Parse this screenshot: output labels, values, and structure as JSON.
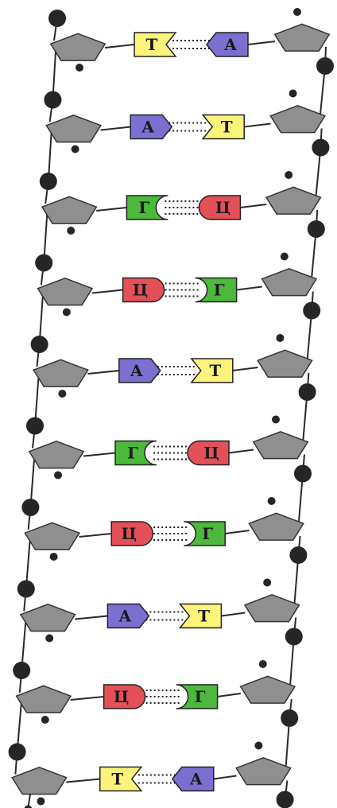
{
  "colors": {
    "A": "#7b6fd0",
    "T": "#fcf47a",
    "G": "#4cb83c",
    "C": "#e35058",
    "sugar": "#8f8f8f",
    "phosphate": "#262626",
    "backbone": "#2a2a2a"
  },
  "pairs": [
    {
      "left": "Т",
      "right": "А",
      "left_type": "T",
      "right_type": "A",
      "bonds": 2
    },
    {
      "left": "А",
      "right": "Т",
      "left_type": "A",
      "right_type": "T",
      "bonds": 2
    },
    {
      "left": "Г",
      "right": "Ц",
      "left_type": "G",
      "right_type": "C",
      "bonds": 3
    },
    {
      "left": "Ц",
      "right": "Г",
      "left_type": "C",
      "right_type": "G",
      "bonds": 3
    },
    {
      "left": "А",
      "right": "Т",
      "left_type": "A",
      "right_type": "T",
      "bonds": 2
    },
    {
      "left": "Г",
      "right": "Ц",
      "left_type": "G",
      "right_type": "C",
      "bonds": 3
    },
    {
      "left": "Ц",
      "right": "Г",
      "left_type": "C",
      "right_type": "G",
      "bonds": 3
    },
    {
      "left": "А",
      "right": "Т",
      "left_type": "A",
      "right_type": "T",
      "bonds": 2
    },
    {
      "left": "Ц",
      "right": "Г",
      "left_type": "C",
      "right_type": "G",
      "bonds": 3
    },
    {
      "left": "Т",
      "right": "А",
      "left_type": "T",
      "right_type": "A",
      "bonds": 2
    }
  ]
}
